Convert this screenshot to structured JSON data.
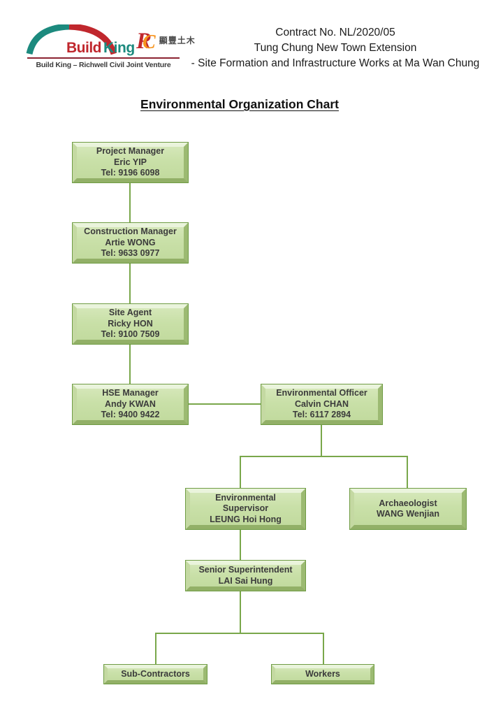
{
  "header": {
    "logo": {
      "build": "Build",
      "king": "King",
      "rc_r": "R",
      "rc_c": "C",
      "rc_chinese": "顯豐土木",
      "jv_line": "Build King – Richwell Civil Joint Venture"
    },
    "contract_lines": [
      "Contract No. NL/2020/05",
      "Tung Chung New Town Extension",
      "- Site Formation and Infrastructure Works at Ma Wan Chung"
    ]
  },
  "title": "Environmental Organization Chart",
  "org_chart": {
    "nodes": [
      {
        "id": "project-manager",
        "lines": [
          "Project Manager",
          "Eric YIP",
          "Tel: 9196 6098"
        ]
      },
      {
        "id": "construction-manager",
        "lines": [
          "Construction Manager",
          "Artie WONG",
          "Tel: 9633 0977"
        ]
      },
      {
        "id": "site-agent",
        "lines": [
          "Site Agent",
          "Ricky HON",
          "Tel: 9100 7509"
        ]
      },
      {
        "id": "hse-manager",
        "lines": [
          "HSE Manager",
          "Andy KWAN",
          "Tel: 9400 9422"
        ]
      },
      {
        "id": "environmental-officer",
        "lines": [
          "Environmental Officer",
          "Calvin CHAN",
          "Tel: 6117 2894"
        ]
      },
      {
        "id": "environmental-supervisor",
        "lines": [
          "Environmental",
          "Supervisor",
          "LEUNG Hoi Hong"
        ]
      },
      {
        "id": "archaeologist",
        "lines": [
          "Archaeologist",
          "WANG Wenjian"
        ]
      },
      {
        "id": "senior-superintendent",
        "lines": [
          "Senior Superintendent",
          "LAI Sai Hung"
        ]
      },
      {
        "id": "sub-contractors",
        "lines": [
          "Sub-Contractors"
        ]
      },
      {
        "id": "workers",
        "lines": [
          "Workers"
        ]
      }
    ],
    "edges": [
      {
        "from": "project-manager",
        "to": "construction-manager"
      },
      {
        "from": "construction-manager",
        "to": "site-agent"
      },
      {
        "from": "site-agent",
        "to": "hse-manager"
      },
      {
        "from": "hse-manager",
        "to": "environmental-officer"
      },
      {
        "from": "environmental-officer",
        "to": "environmental-supervisor"
      },
      {
        "from": "environmental-officer",
        "to": "archaeologist"
      },
      {
        "from": "environmental-supervisor",
        "to": "senior-superintendent"
      },
      {
        "from": "senior-superintendent",
        "to": "sub-contractors"
      },
      {
        "from": "senior-superintendent",
        "to": "workers"
      }
    ]
  },
  "colors": {
    "box_fill": "#c9e0a8",
    "box_border": "#6f9c44",
    "connector": "#79a74a",
    "logo_red": "#c0272d",
    "logo_teal": "#1c8a7e",
    "logo_orange": "#f7941d",
    "logo_rule": "#8c2332"
  }
}
